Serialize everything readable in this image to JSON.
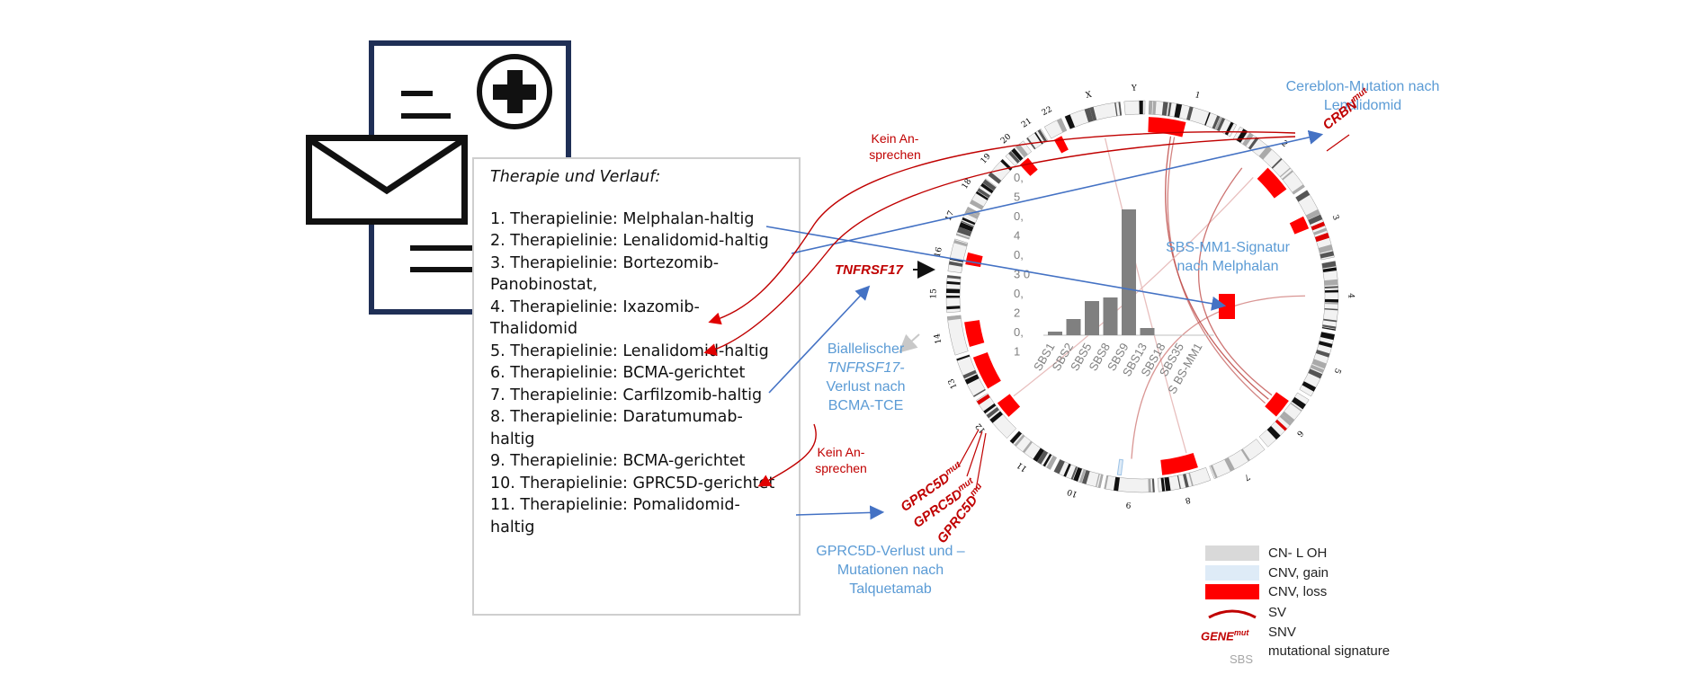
{
  "therapy": {
    "title": "Therapie und Verlauf:",
    "lines": [
      "1. Therapielinie: Melphalan-haltig",
      "2. Therapielinie: Lenalidomid-haltig",
      "3. Therapielinie: Bortezomib-",
      "Panobinostat,",
      "4. Therapielinie: Ixazomib-",
      "Thalidomid",
      "5. Therapielinie: Lenalidomid-haltig",
      "6. Therapielinie: BCMA-gerichtet",
      "7. Therapielinie: Carfilzomib-haltig",
      "8. Therapielinie: Daratumumab-",
      "haltig",
      "9. Therapielinie: BCMA-gerichtet",
      "10. Therapielinie: GPRC5D-gerichtet",
      "11. Therapielinie: Pomalidomid-",
      "haltig"
    ]
  },
  "annotations": {
    "crbn_line1": "Cereblon-Mutation nach",
    "crbn_line2": "Lenalidomid",
    "sbs_line1": "SBS-MM1-Signatur",
    "sbs_line2": "nach Melphalan",
    "tnfrsf_line1": "Biallelischer",
    "tnfrsf_line2": "TNFRSF17-",
    "tnfrsf_line3": "Verlust nach",
    "tnfrsf_line4": "BCMA-TCE",
    "gprc_line1": "GPRC5D-Verlust und –",
    "gprc_line2": "Mutationen nach",
    "gprc_line3": "Talquetamab",
    "no_response_1a": "Kein An-",
    "no_response_1b": "sprechen",
    "no_response_2a": "Kein An-",
    "no_response_2b": "sprechen"
  },
  "genes": {
    "crbn": "CRBN",
    "crbn_sup": "mut",
    "tnfrsf17": "TNFRSF17",
    "gprc1": "GPRC5D",
    "gprc1_sup": "mut",
    "gprc2": "GPRC5D",
    "gprc2_sup": "mut",
    "gprc3": "GPRC5D",
    "gprc3_sup": "mu"
  },
  "chromosomes": [
    "1",
    "2",
    "3",
    "4",
    "5",
    "6",
    "7",
    "8",
    "9",
    "10",
    "11",
    "12",
    "13",
    "14",
    "15",
    "16",
    "17",
    "18",
    "19",
    "20",
    "21",
    "22",
    "X",
    "Y"
  ],
  "chart_data": {
    "type": "bar",
    "categories": [
      "SBS1",
      "SBS2",
      "SBS5",
      "SBS8",
      "SBS9",
      "SBS13",
      "SBS18",
      "SBS35",
      "S BS-MM1"
    ],
    "values": [
      0.02,
      0.09,
      0.19,
      0.21,
      0.7,
      0.04,
      0.0,
      0.0,
      0.0
    ],
    "y_tick_labels": [
      "0,",
      "5",
      "0,",
      "4",
      "0,",
      "3 0",
      "0,",
      "2",
      "0,",
      "1"
    ],
    "bar_colors": "#808080"
  },
  "legend": {
    "cn_loh": "CN- L OH",
    "cnv_gain": "CNV, gain",
    "cnv_loss": "CNV, loss",
    "sv": "SV",
    "snv": "SNV",
    "gene_mut": "GENE",
    "gene_mut_sup": "mut",
    "sbs_abbr": "SBS",
    "mutational_signature": "mutational signature",
    "colors": {
      "cn_loh": "#d9d9d9",
      "cnv_gain": "#deebf7",
      "cnv_loss": "#ff0000",
      "sv": "#c00000"
    }
  },
  "colors": {
    "navy": "#1f2f56",
    "blue_arrow": "#4472c4",
    "blue_text": "#5b9bd5",
    "dark_red": "#c00000"
  }
}
